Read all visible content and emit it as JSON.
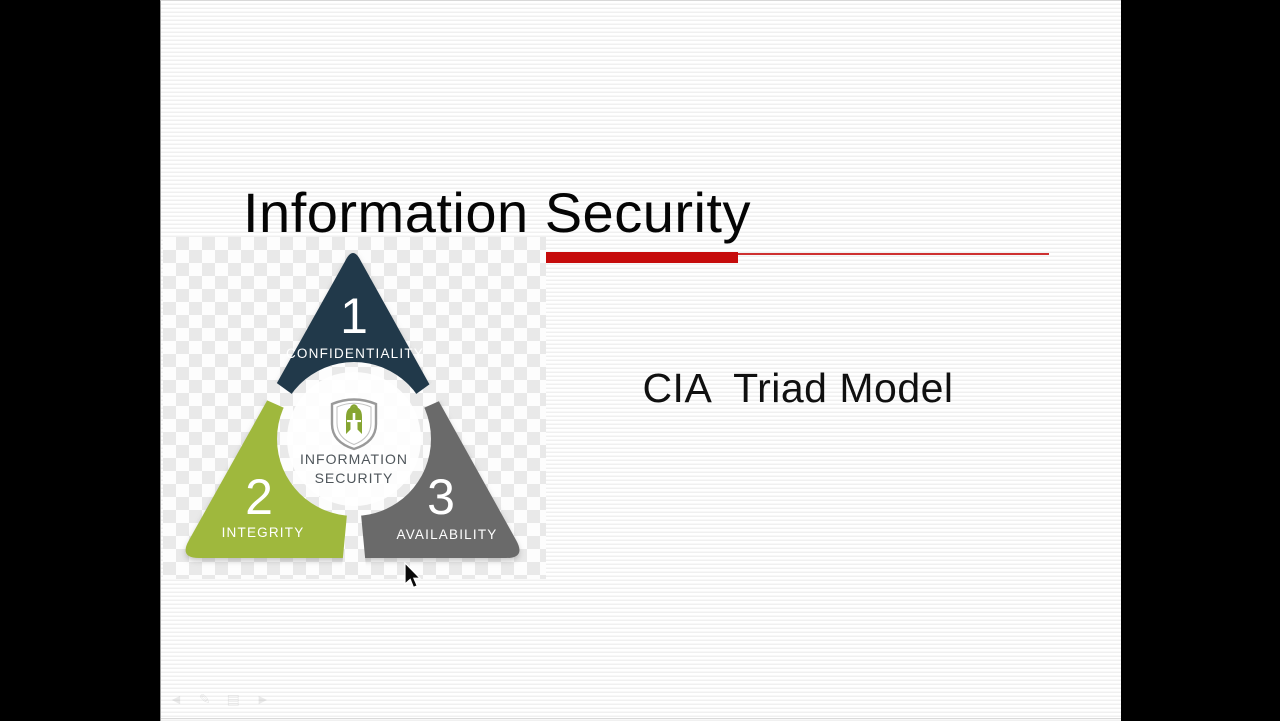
{
  "slide": {
    "title": "Information Security",
    "heading": "CIA  Triad Model",
    "accent_color": "#c60c0c"
  },
  "diagram": {
    "center": {
      "line1": "INFORMATION",
      "line2": "SECURITY",
      "icon": "spartan-helmet-shield-icon"
    },
    "segments": [
      {
        "number": "1",
        "label": "CONFIDENTIALITY",
        "color": "#21394a"
      },
      {
        "number": "2",
        "label": "INTEGRITY",
        "color": "#9fb83d"
      },
      {
        "number": "3",
        "label": "AVAILABILITY",
        "color": "#6a6a6a"
      }
    ]
  },
  "presenter_controls": {
    "items": [
      {
        "name": "previous-slide",
        "glyph": "◄"
      },
      {
        "name": "pen-tools",
        "glyph": "✎"
      },
      {
        "name": "slide-menu",
        "glyph": "▤"
      },
      {
        "name": "next-slide",
        "glyph": "►"
      }
    ]
  }
}
